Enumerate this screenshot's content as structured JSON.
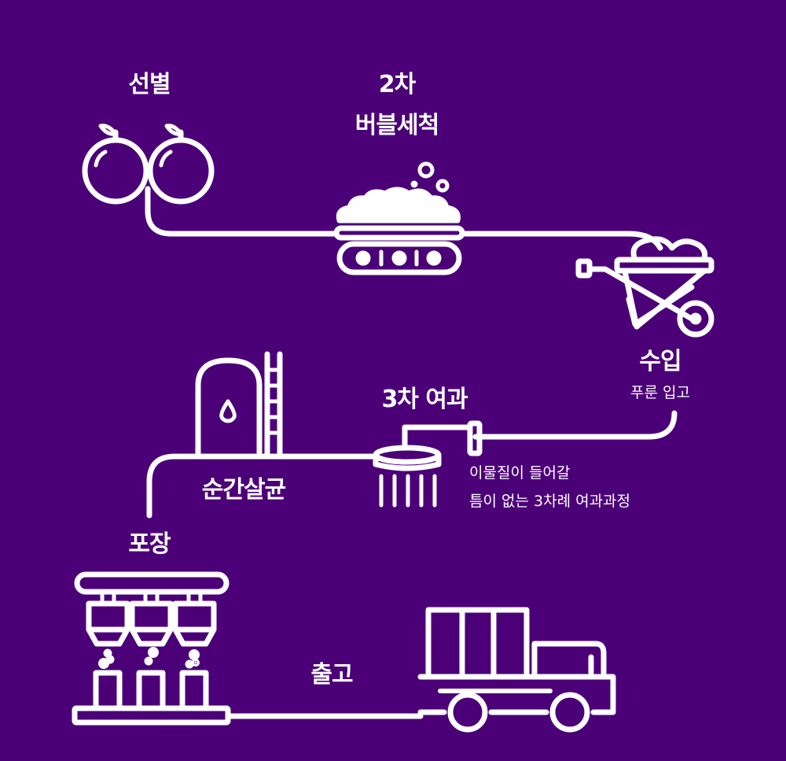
{
  "colors": {
    "background": "#4b0078",
    "stroke": "#ffffff"
  },
  "steps": {
    "sorting": {
      "title": "선별"
    },
    "bubble_wash": {
      "title_line1": "2차",
      "title_line2": "버블세척"
    },
    "intake": {
      "title": "수입",
      "subtitle": "푸룬 입고"
    },
    "filtration": {
      "title": "3차 여과",
      "desc_line1": "이물질이 들어갈",
      "desc_line2": "틈이 없는 3차례 여과과정"
    },
    "sterilization": {
      "title": "순간살균"
    },
    "packaging": {
      "title": "포장"
    },
    "shipping": {
      "title": "출고"
    }
  }
}
